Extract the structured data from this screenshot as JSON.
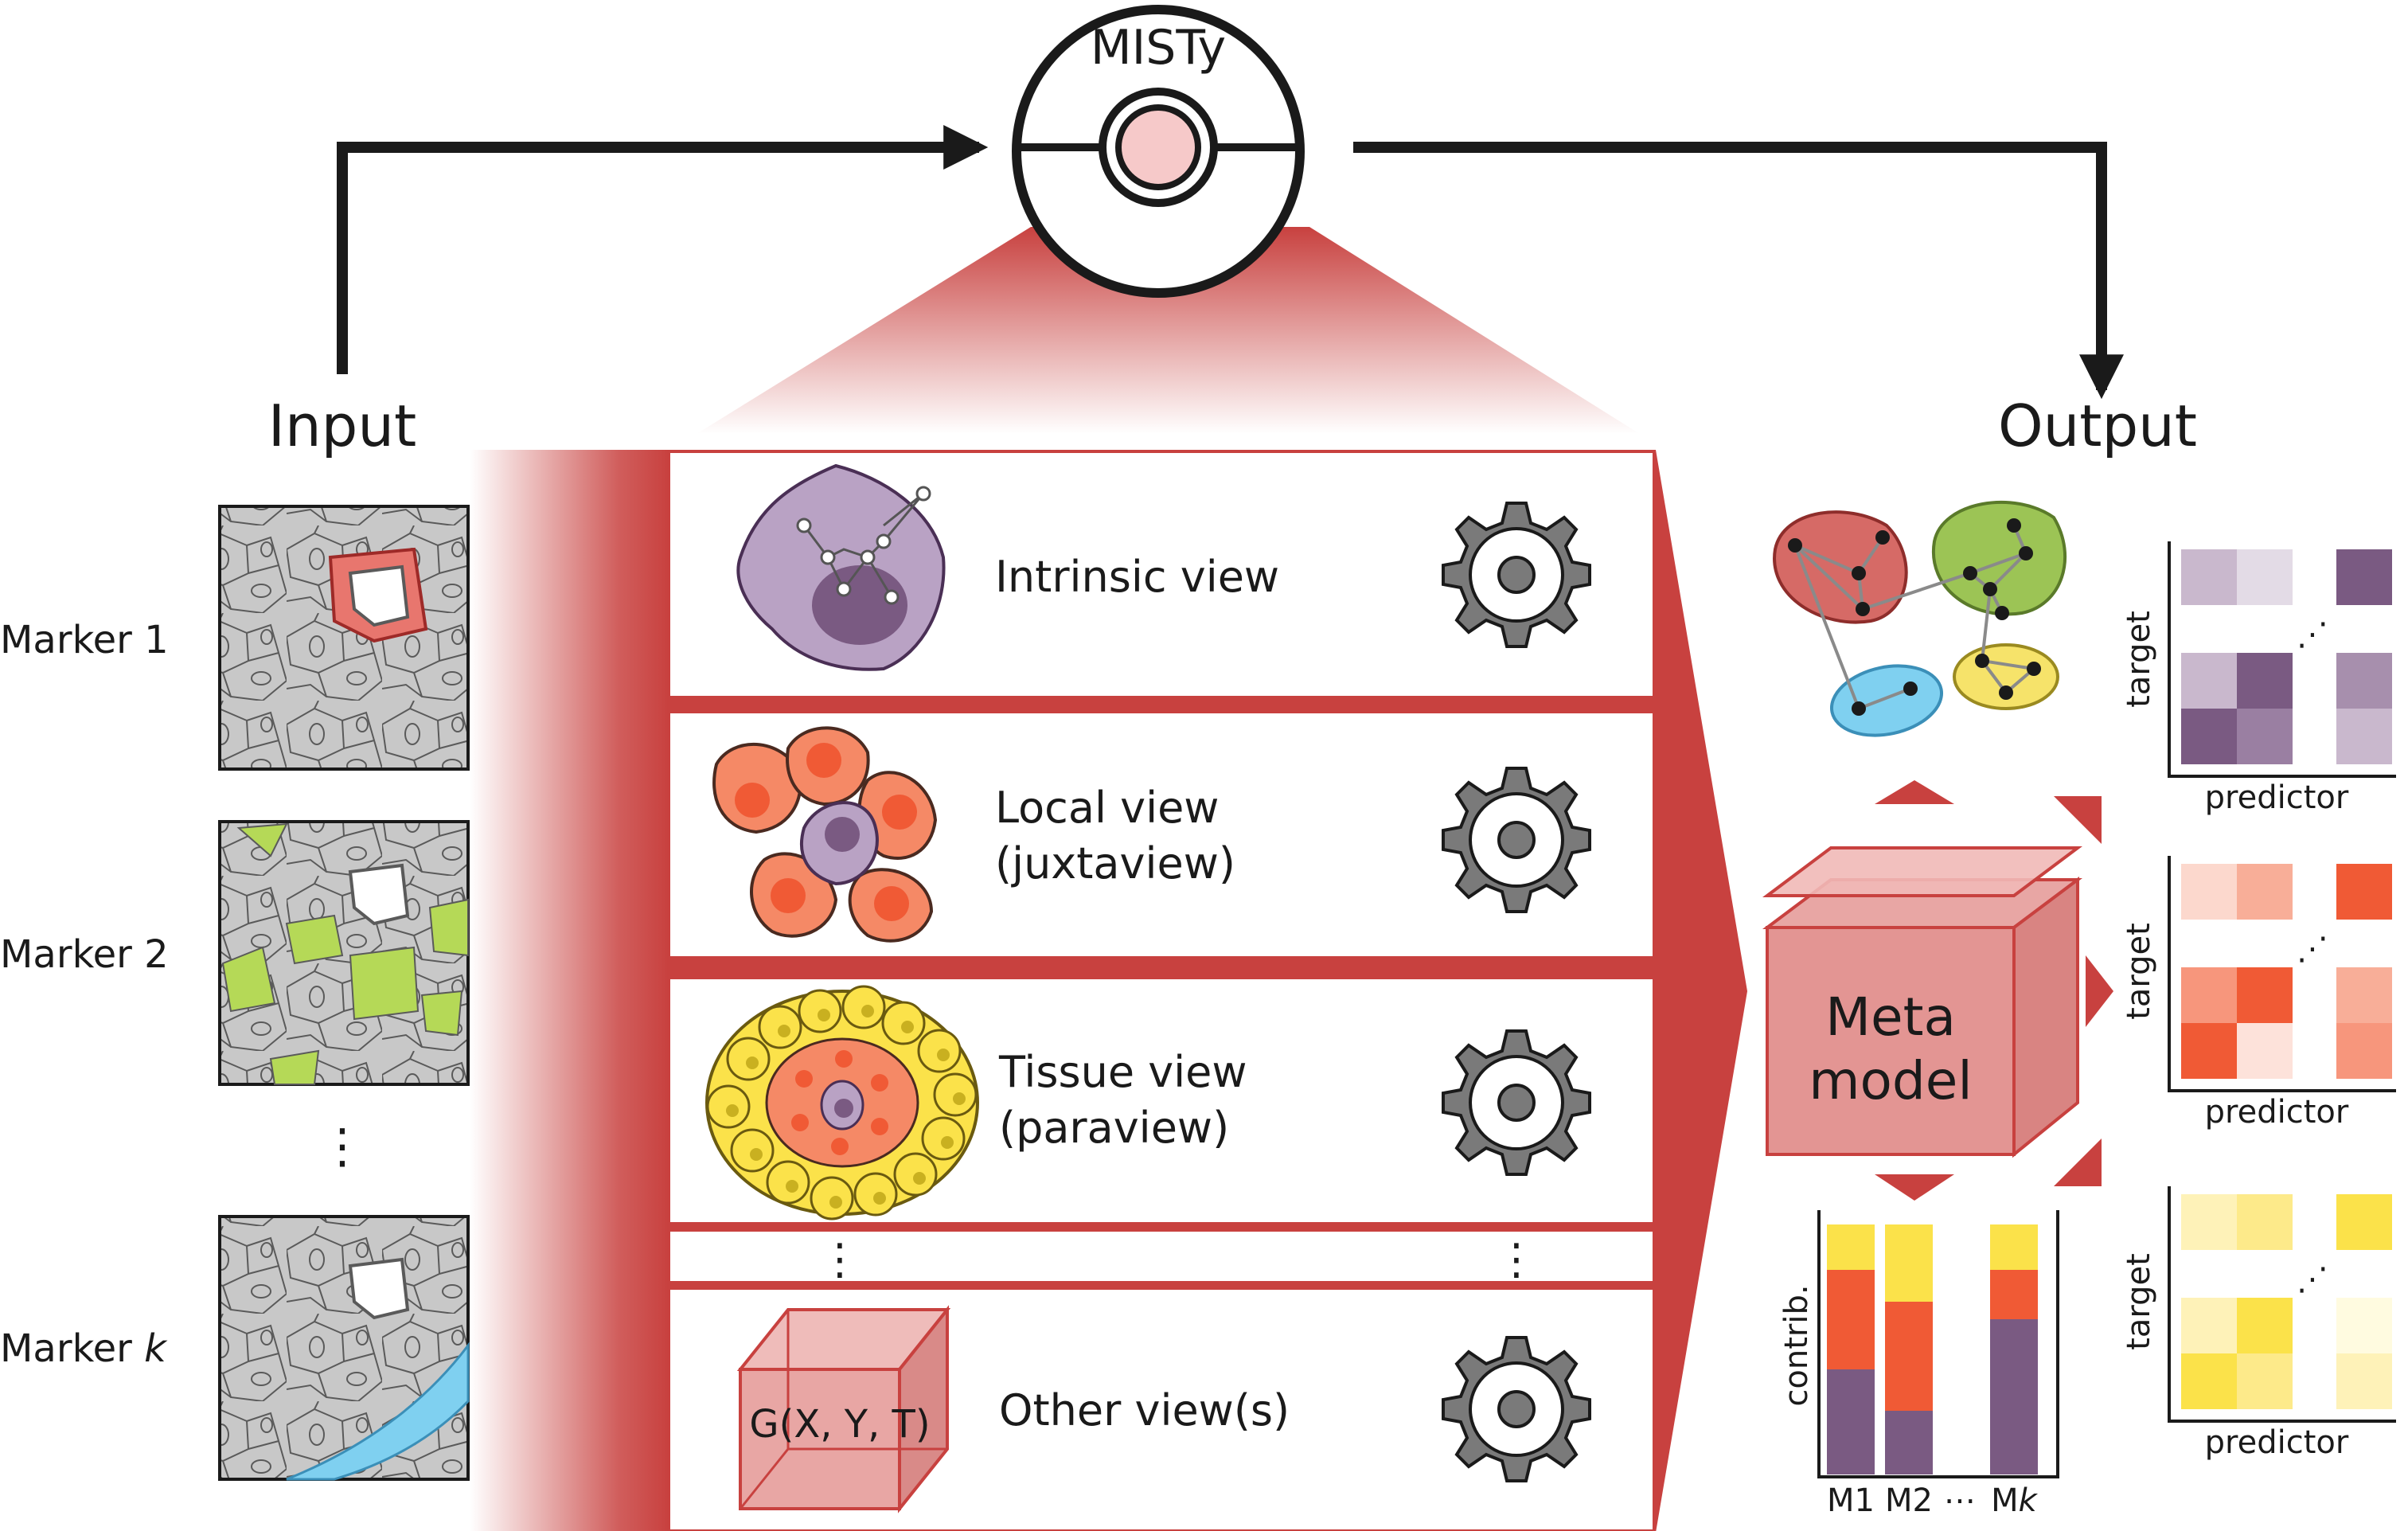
{
  "header": {
    "center_title": "MISTy"
  },
  "input": {
    "title": "Input",
    "markers": [
      {
        "label": "Marker 1",
        "highlight_color": "#e8766e"
      },
      {
        "label": "Marker 2",
        "highlight_color": "#b5d957"
      },
      {
        "label": "Marker k",
        "label_prefix": "Marker ",
        "label_italic": "k",
        "highlight_color": "#7fd0f0"
      }
    ],
    "ellipsis": "⋮"
  },
  "views": {
    "items": [
      {
        "line1": "Intrinsic view",
        "line2": ""
      },
      {
        "line1": "Local view",
        "line2": "(juxtaview)"
      },
      {
        "line1": "Tissue view",
        "line2": "(paraview)"
      },
      {
        "line1": "Other view(s)",
        "line2": ""
      }
    ],
    "ellipsis": "⋮",
    "other_view_formula": "G(X, Y, T)",
    "gear_icon": "gear-icon"
  },
  "meta_model": {
    "line1": "Meta",
    "line2": "model"
  },
  "output": {
    "title": "Output",
    "heatmaps": [
      {
        "ylabel": "target",
        "xlabel": "predictor",
        "palette": "purple"
      },
      {
        "ylabel": "target",
        "xlabel": "predictor",
        "palette": "orange"
      },
      {
        "ylabel": "target",
        "xlabel": "predictor",
        "palette": "yellow"
      }
    ],
    "contrib_chart": {
      "ylabel": "contrib.",
      "xlabel_m1": "M1",
      "xlabel_m2": "M2",
      "xlabel_dots": "⋯",
      "xlabel_mk_prefix": "M",
      "xlabel_mk_italic": "k"
    },
    "ellipsis": "⋰"
  },
  "colors": {
    "accent_red": "#c8413f",
    "purple": "#7a5a82",
    "orange": "#f05a35",
    "yellow": "#fbe24a",
    "gray_tissue": "#c8c8c8",
    "gear": "#7a7a7a"
  }
}
